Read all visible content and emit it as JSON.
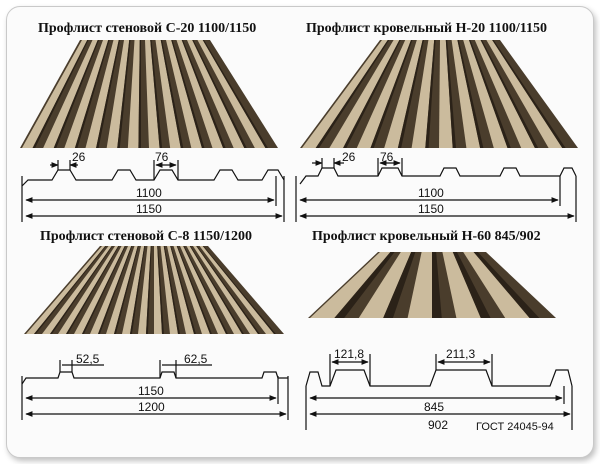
{
  "panels": [
    {
      "title": "Профлист стеновой С-20 1100/1150",
      "dims": {
        "rib_top": "26",
        "rib_width": "76",
        "working_width": "1100",
        "total_width": "1150"
      }
    },
    {
      "title": "Профлист кровельный Н-20 1100/1150",
      "dims": {
        "rib_top": "26",
        "rib_width": "76",
        "working_width": "1100",
        "total_width": "1150"
      }
    },
    {
      "title": "Профлист стеновой С-8 1150/1200",
      "dims": {
        "rib_top": "52,5",
        "rib_width": "62,5",
        "working_width": "1150",
        "total_width": "1200"
      }
    },
    {
      "title": "Профлист кровельный Н-60 845/902",
      "dims": {
        "rib_top": "121,8",
        "rib_width": "211,3",
        "working_width": "845",
        "total_width": "902"
      }
    }
  ],
  "standard": "ГОСТ 24045-94",
  "colors": {
    "sheet_dark": "#3a2f22",
    "sheet_light": "#bfae8f",
    "line": "#111111"
  }
}
